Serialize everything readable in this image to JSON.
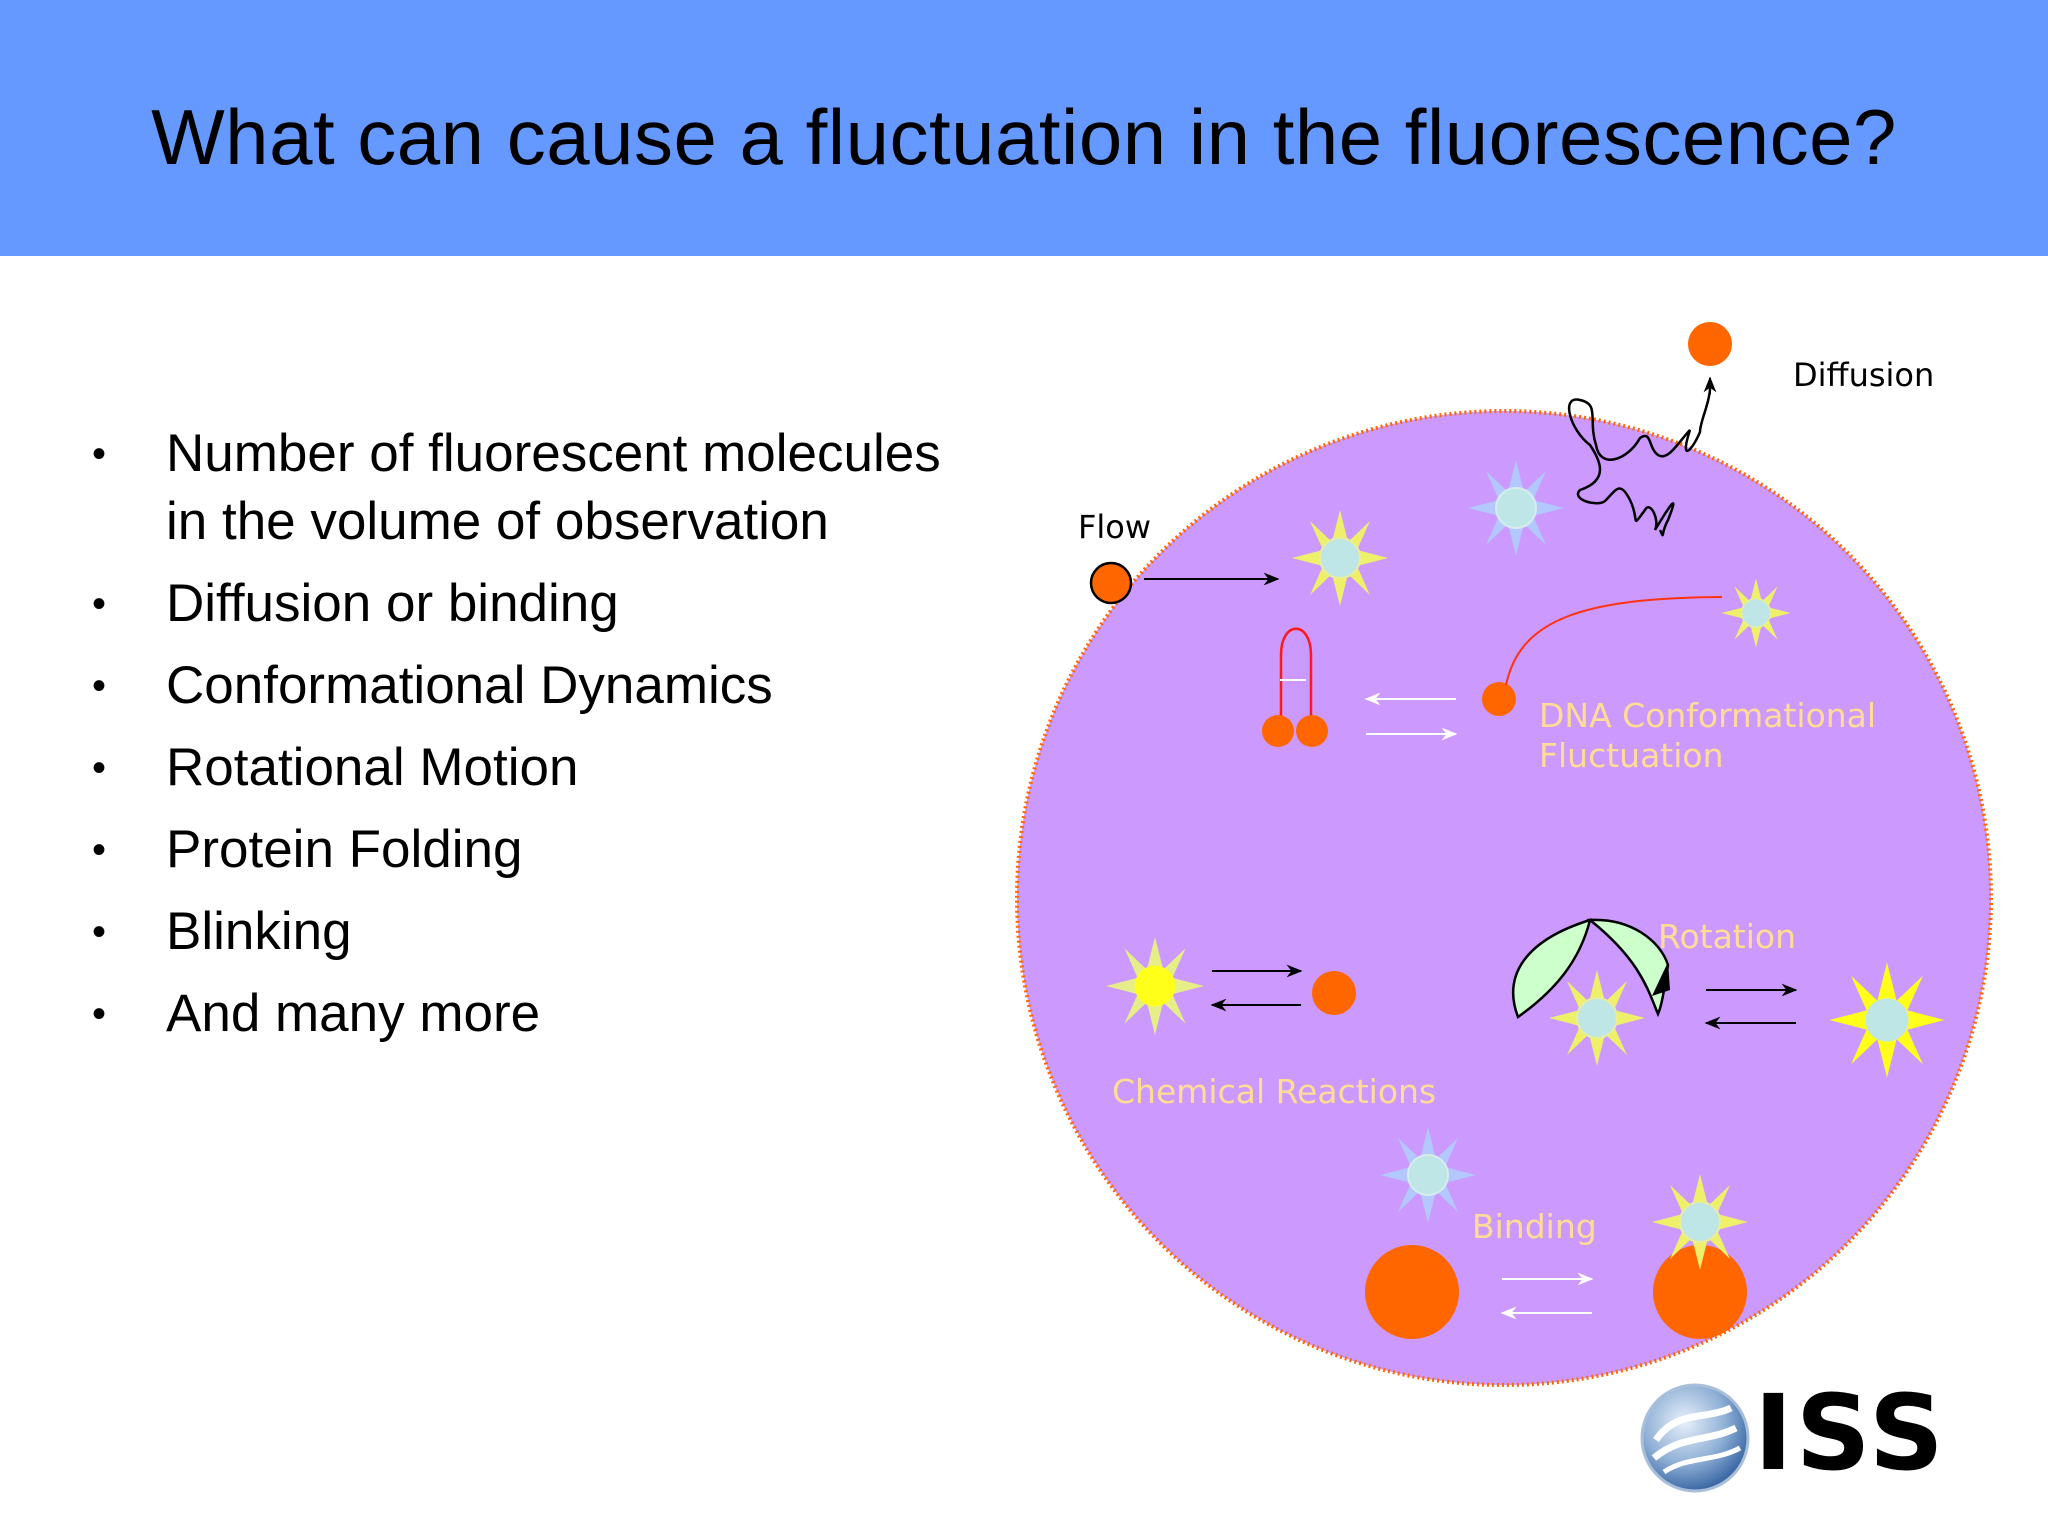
{
  "title": "What can cause  a fluctuation in the fluorescence?",
  "bullets": [
    "Number of fluorescent molecules in the volume of observation",
    "Diffusion or binding",
    "Conformational Dynamics",
    "Rotational Motion",
    "Protein Folding",
    "Blinking",
    "And many more"
  ],
  "diagram": {
    "labels": {
      "diffusion": "Diffusion",
      "flow": "Flow",
      "dna_line1": "DNA Conformational",
      "dna_line2": "Fluctuation",
      "rotation": "Rotation",
      "chemical": "Chemical Reactions",
      "binding": "Binding"
    }
  },
  "logo": {
    "text": "ISS"
  },
  "colors": {
    "header": "#6699ff",
    "circle_fill": "#cc99ff",
    "molecule": "#ff6600",
    "label_light": "#ffdc96"
  }
}
